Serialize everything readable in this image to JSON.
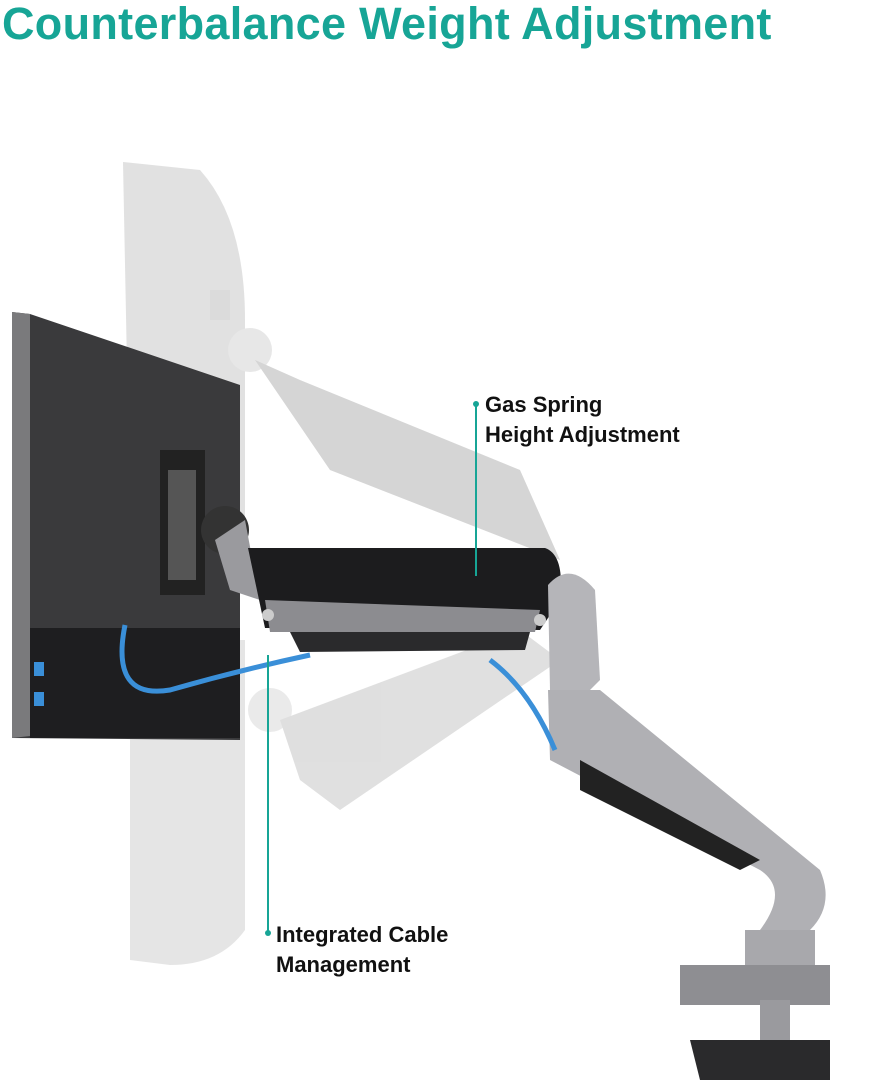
{
  "title": "Counterbalance Weight Adjustment",
  "callouts": {
    "gas_spring": {
      "line1": "Gas Spring",
      "line2": "Height Adjustment"
    },
    "cable": {
      "line1": "Integrated Cable",
      "line2": "Management"
    }
  },
  "colors": {
    "accent": "#17a596",
    "cable": "#3a8fd8"
  }
}
